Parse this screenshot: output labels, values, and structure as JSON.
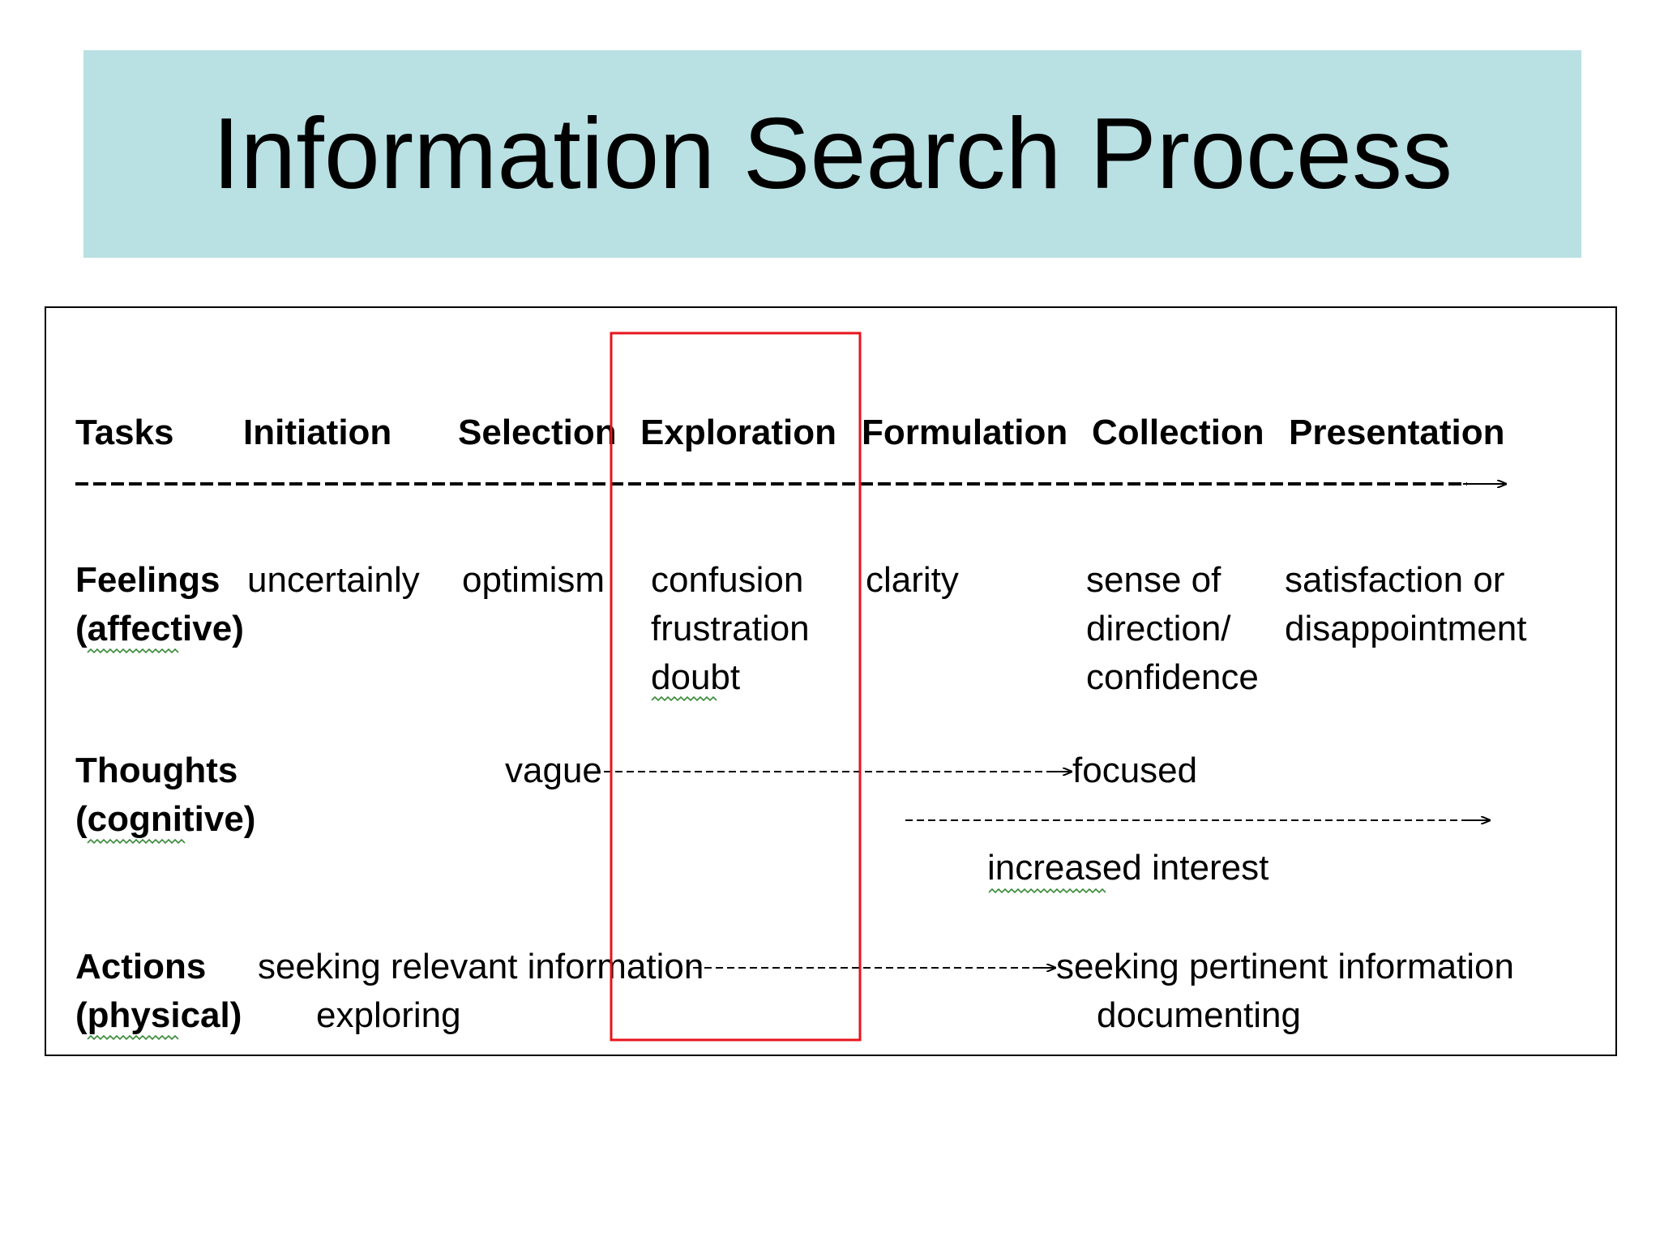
{
  "slide": {
    "title": "Information Search Process"
  },
  "diagram": {
    "highlight_color": "#e8141c",
    "header": {
      "row_label": "Tasks",
      "stages": [
        "Initiation",
        "Selection",
        "Exploration",
        "Formulation",
        "Collection",
        "Presentation"
      ]
    },
    "feelings": {
      "label_line1": "Feelings",
      "label_line2": "(affective)",
      "initiation": "uncertainly",
      "selection": "optimism",
      "exploration": [
        "confusion",
        "frustration",
        "doubt"
      ],
      "formulation": "clarity",
      "collection": [
        "sense of",
        "direction/",
        "confidence"
      ],
      "presentation": [
        "satisfaction or",
        "disappointment"
      ]
    },
    "thoughts": {
      "label_line1": "Thoughts",
      "label_line2": "(cognitive)",
      "from": "vague",
      "to": "focused",
      "trend": "increased interest"
    },
    "actions": {
      "label_line1": "Actions",
      "label_line2": "(physical)",
      "from_main": "seeking relevant information",
      "from_sub": "exploring",
      "to_main": "seeking pertinent information",
      "to_sub": "documenting"
    }
  }
}
